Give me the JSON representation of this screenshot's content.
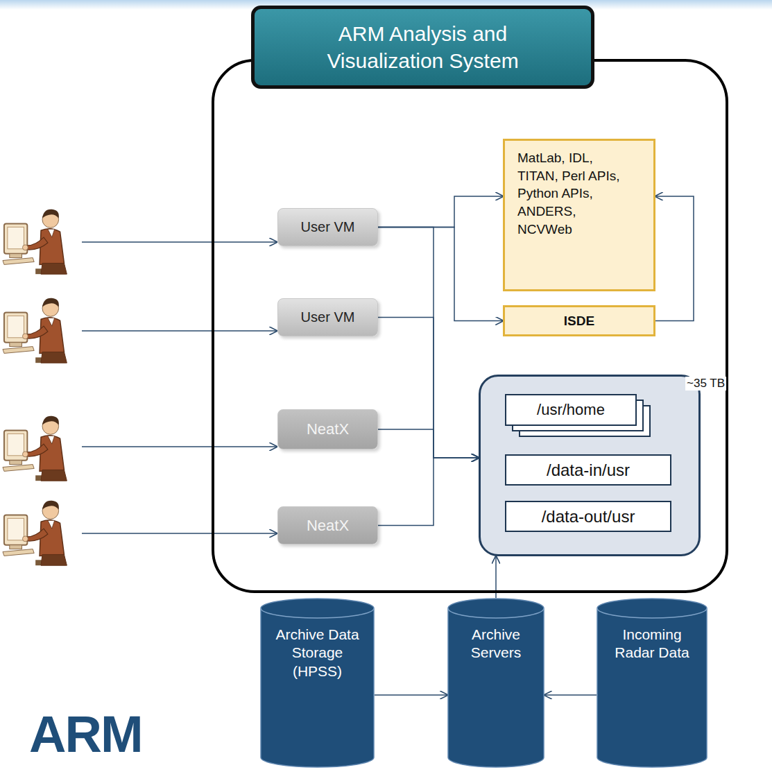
{
  "diagram": {
    "nodes": [
      {
        "text": [
          "ARM Analysis and Visualization System"
        ]
      },
      {
        "text": [
          "User VM"
        ],
        "in": 0
      },
      {
        "text": [
          "User VM"
        ],
        "in": 0
      },
      {
        "text": [
          "NeatX"
        ],
        "in": 0
      },
      {
        "text": [
          "NeatX"
        ],
        "in": 0
      },
      {
        "text": [
          "MatLab, IDL, TITAN, Perl APIs, Python APIs, ANDERS, NCVWeb"
        ],
        "in": 0
      },
      {
        "text": [
          "ISDE"
        ],
        "in": 0
      },
      {
        "text": [
          "~35 TB"
        ],
        "in": 0
      },
      {
        "text": [
          "/usr/home"
        ],
        "in": 7
      },
      {
        "text": [
          "/data-in/usr"
        ],
        "in": 7
      },
      {
        "text": [
          "/data-out/usr"
        ],
        "in": 7
      },
      {
        "text": [
          "Archive Data Storage (HPSS)"
        ]
      },
      {
        "text": [
          "Archive Servers"
        ]
      },
      {
        "text": [
          "Incoming Radar Data"
        ]
      }
    ],
    "edges": [
      {
        "from": 1,
        "to": 5,
        "arrow": "to"
      },
      {
        "from": 1,
        "to": 6,
        "arrow": "to"
      },
      {
        "from": 6,
        "to": 5,
        "arrow": "to"
      },
      {
        "from": 1,
        "to": 7,
        "arrow": "to"
      },
      {
        "from": 2,
        "to": 7,
        "arrow": "to"
      },
      {
        "from": 3,
        "to": 7,
        "arrow": "to"
      },
      {
        "from": 4,
        "to": 7,
        "arrow": "to"
      },
      {
        "from": 12,
        "to": 7,
        "arrow": "to"
      },
      {
        "from": 11,
        "to": 12,
        "arrow": "to"
      },
      {
        "from": 13,
        "to": 12,
        "arrow": "to"
      }
    ],
    "labels": [
      "ARM"
    ]
  }
}
